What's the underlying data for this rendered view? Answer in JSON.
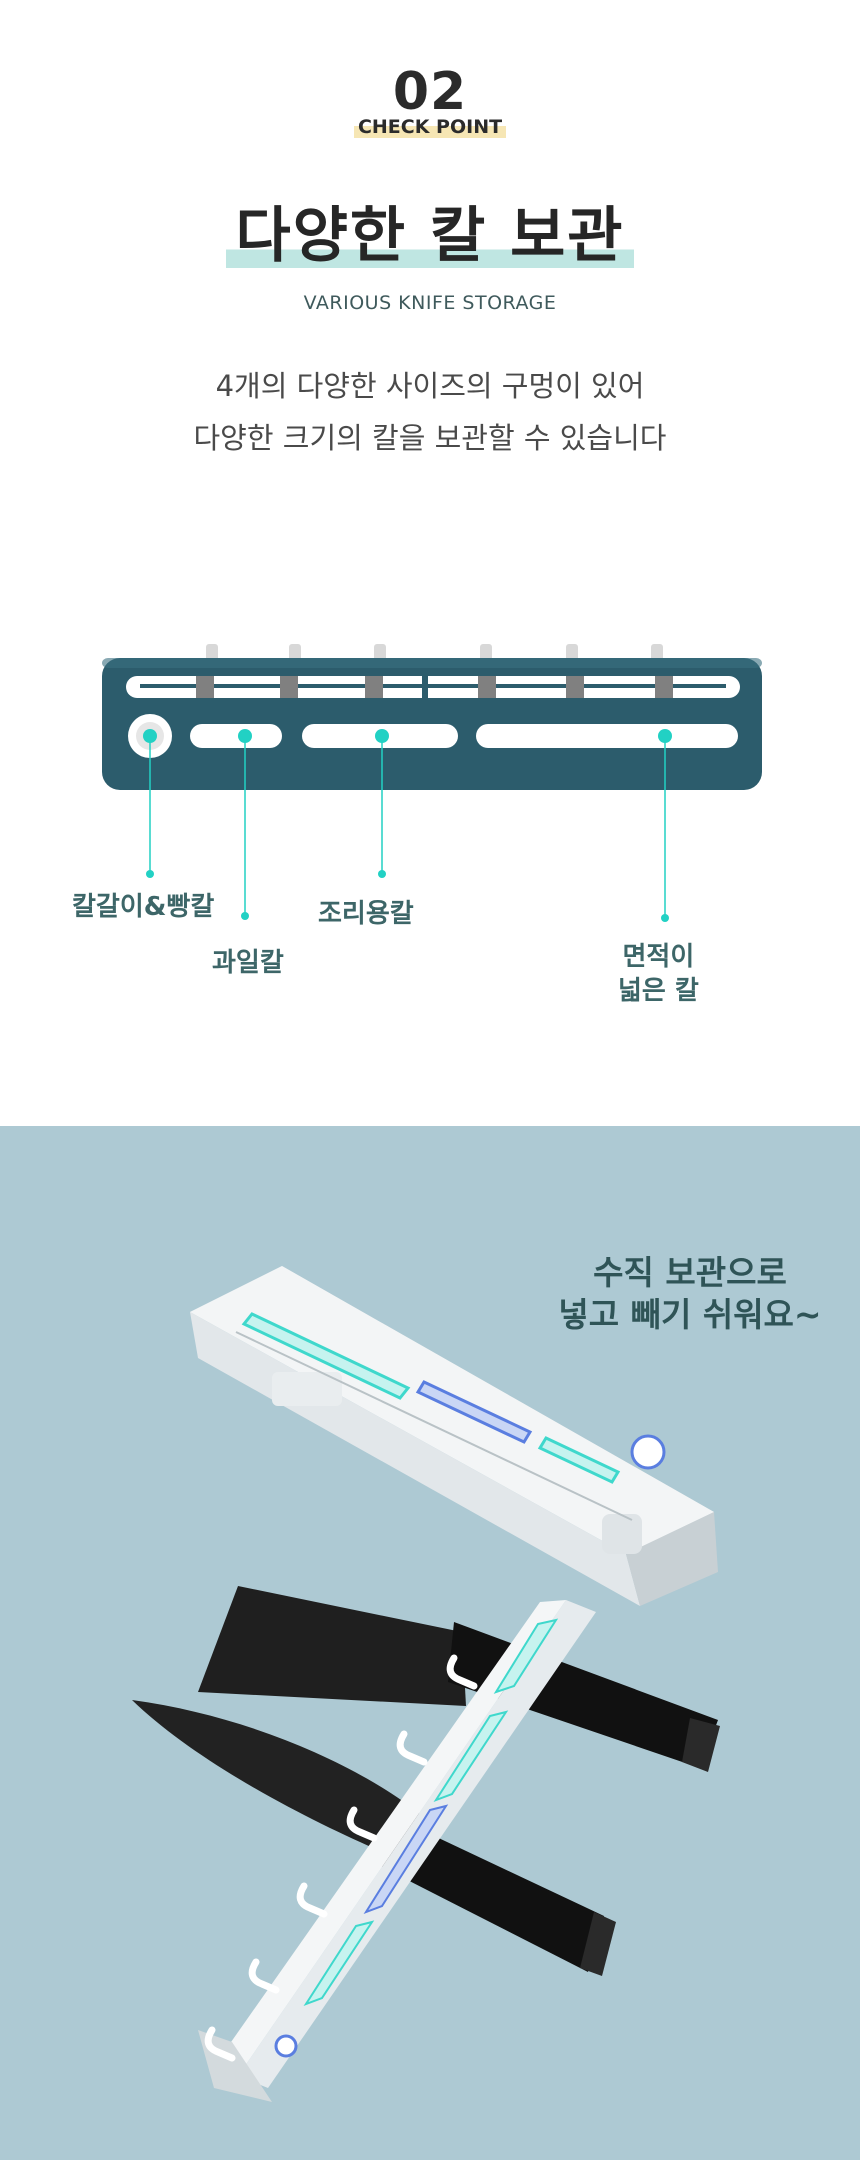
{
  "header": {
    "number": "02",
    "check_point": "CHECK POINT",
    "title": "다양한 칼 보관",
    "subtitle": "VARIOUS KNIFE STORAGE"
  },
  "description": {
    "line1": "4개의 다양한 사이즈의 구멍이 있어",
    "line2": "다양한 크기의 칼을 보관할 수 있습니다"
  },
  "labels": {
    "sharpener": "칼갈이&빵칼",
    "fruit_knife": "과일칼",
    "cooking_knife": "조리용칼",
    "wide_knife_line1": "면적이",
    "wide_knife_line2": "넓은 칼"
  },
  "callout": {
    "line1": "수직 보관으로",
    "line2": "넣고 빼기 쉬워요~"
  },
  "colors": {
    "holder_blue": "#2c5c6c",
    "accent_mint": "#22d1c4",
    "bottom_bg": "#adc9d3",
    "label_text": "#3d6668"
  }
}
